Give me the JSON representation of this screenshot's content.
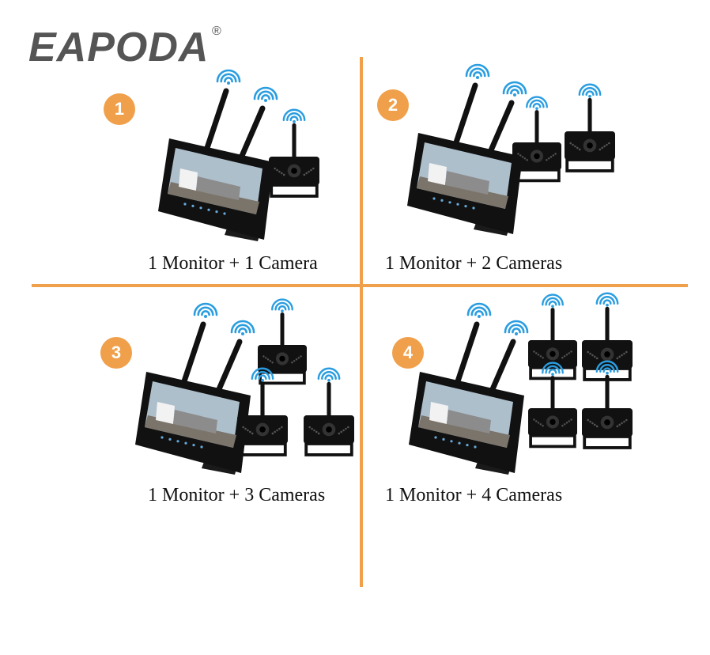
{
  "brand": {
    "name": "EAPODA",
    "registered_mark": "®"
  },
  "colors": {
    "accent": "#F0A04B",
    "divider": "#F0A04B",
    "logo": "#555555",
    "logo_o": "#d21e1e",
    "wifi": "#2a9de0",
    "device": "#111111"
  },
  "panels": [
    {
      "number": "1",
      "caption": "1 Monitor + 1 Camera"
    },
    {
      "number": "2",
      "caption": "1 Monitor + 2 Cameras"
    },
    {
      "number": "3",
      "caption": "1 Monitor + 3 Cameras"
    },
    {
      "number": "4",
      "caption": "1 Monitor + 4 Cameras"
    }
  ]
}
